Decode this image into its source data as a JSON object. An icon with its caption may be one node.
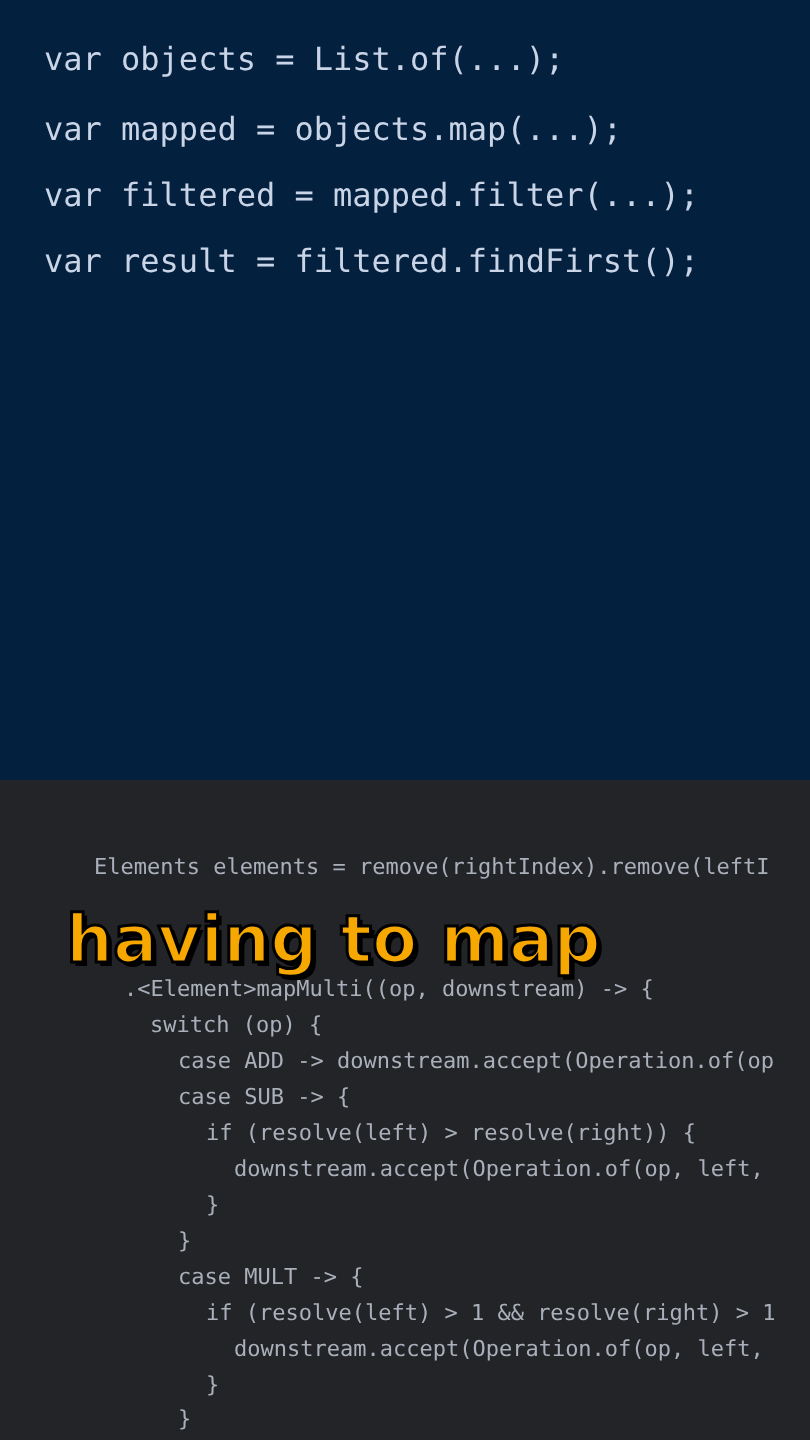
{
  "diagram": {
    "labels": [
      "var objects = List.of(...);",
      "var mapped = objects.map(...);",
      "var filtered = mapped.filter(...);",
      "var result = filtered.findFirst();",
      "Elements elements = remove(rightIndex).remove(leftI",
      "having to map",
      ".<Element>mapMulti((op, downstream) -> {",
      "switch (op) {",
      "case ADD -> downstream.accept(Operation.of(op",
      "case SUB -> {",
      "if (resolve(left) > resolve(right)) {",
      "downstream.accept(Operation.of(op, left,",
      "}",
      "}",
      "case MULT -> {",
      "if (resolve(left) > 1 && resolve(right) > 1",
      "downstream.accept(Operation.of(op, left,",
      "}",
      "}"
    ]
  }
}
